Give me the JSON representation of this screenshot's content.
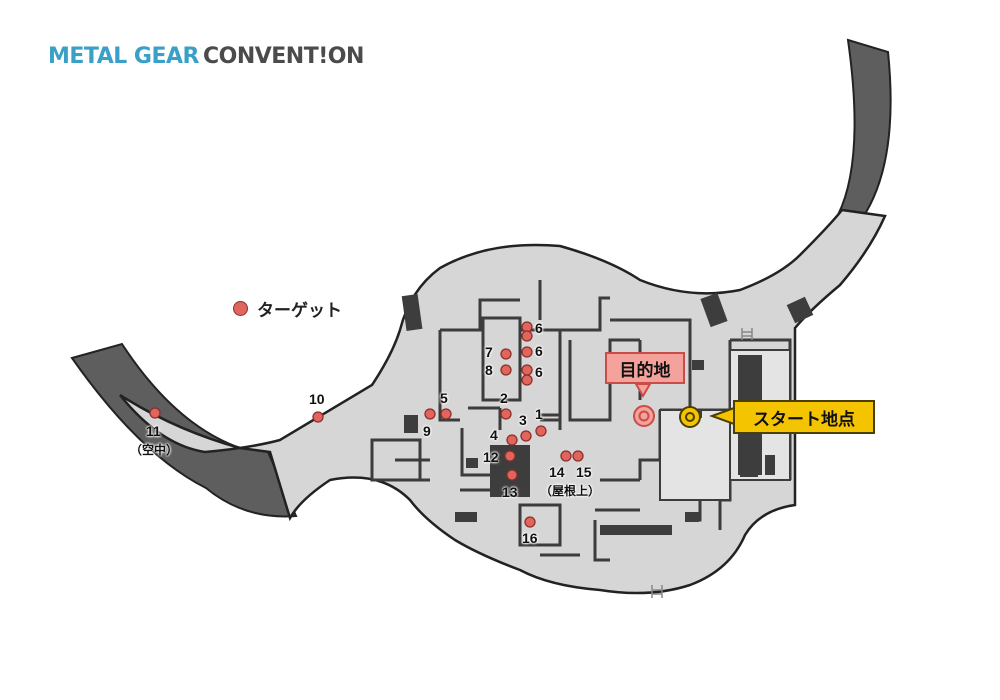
{
  "logo": {
    "part1": "METAL GEAR",
    "part2": "CONVENT!ON"
  },
  "legend": {
    "label": "ターゲット"
  },
  "destination": {
    "label": "目的地"
  },
  "start": {
    "label": "スタート地点"
  },
  "targets": [
    {
      "id": "1",
      "label": "1"
    },
    {
      "id": "2",
      "label": "2"
    },
    {
      "id": "3",
      "label": "3"
    },
    {
      "id": "4",
      "label": "4"
    },
    {
      "id": "5",
      "label": "5"
    },
    {
      "id": "6a",
      "label": "6"
    },
    {
      "id": "6b",
      "label": "6"
    },
    {
      "id": "6c",
      "label": "6"
    },
    {
      "id": "7",
      "label": "7"
    },
    {
      "id": "8",
      "label": "8"
    },
    {
      "id": "9",
      "label": "9"
    },
    {
      "id": "10",
      "label": "10"
    },
    {
      "id": "11",
      "label": "11",
      "note": "（空中）"
    },
    {
      "id": "12",
      "label": "12"
    },
    {
      "id": "13",
      "label": "13"
    },
    {
      "id": "14",
      "label": "14"
    },
    {
      "id": "15",
      "label": "15",
      "note": "（屋根上）"
    },
    {
      "id": "16",
      "label": "16"
    }
  ],
  "colors": {
    "ground": "#d6d6d6",
    "wall": "#444444",
    "road": "#5e5e5e",
    "target": "#e0665d",
    "destination": "#f4a29b",
    "start": "#f5c400"
  }
}
